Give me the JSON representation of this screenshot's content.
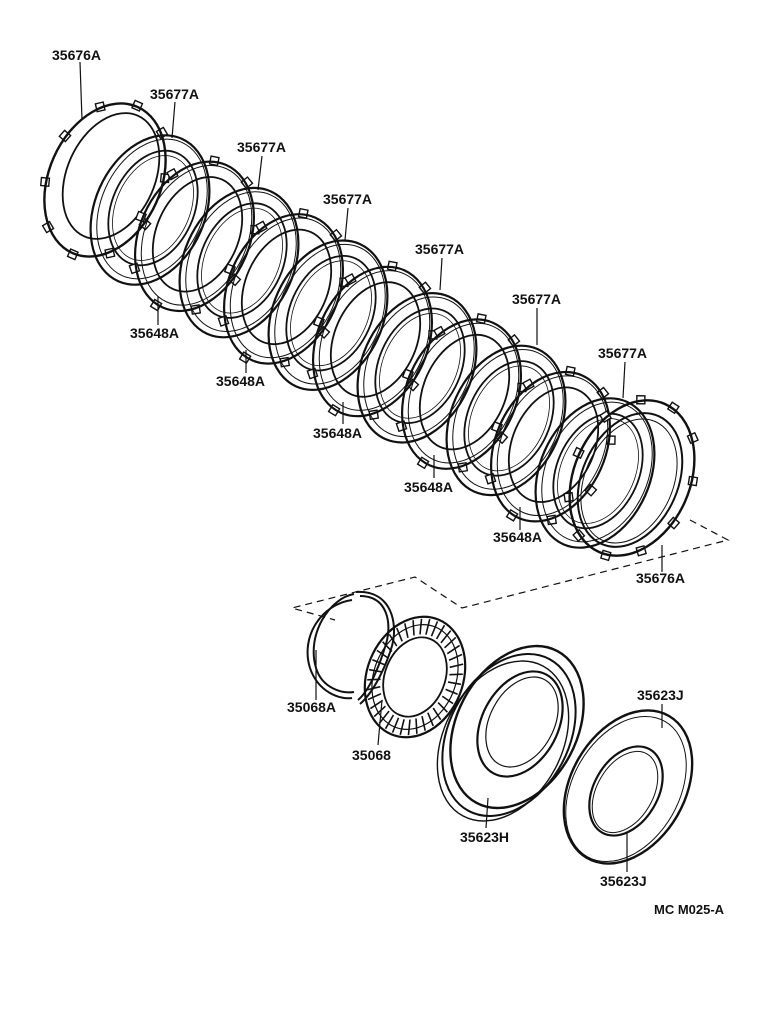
{
  "labels": {
    "steel_plate_top": "35676A",
    "disc_1": "35677A",
    "disc_2": "35677A",
    "disc_3": "35677A",
    "disc_4": "35677A",
    "disc_5": "35677A",
    "disc_6": "35677A",
    "plate_1": "35648A",
    "plate_2": "35648A",
    "plate_3": "35648A",
    "plate_4": "35648A",
    "plate_5": "35648A",
    "steel_plate_bottom": "35676A",
    "snap_ring": "35068A",
    "one_way_clutch": "35068",
    "piston": "35623H",
    "seal_outer": "35623J",
    "seal_inner": "35623J"
  },
  "drawing_code": "MC M025-A",
  "colors": {
    "ink": "#111111",
    "background": "#ffffff"
  }
}
